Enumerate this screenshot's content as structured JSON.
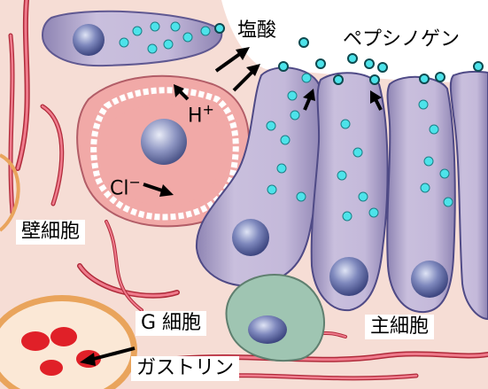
{
  "labels": {
    "hydrochloric_acid": "塩酸",
    "pepsinogen": "ペプシノゲン",
    "h_ion_symbol": "H",
    "h_ion_charge": "+",
    "cl_ion_symbol": "Cl",
    "cl_ion_charge": "−",
    "parietal_cell": "壁細胞",
    "g_cell": "G 細胞",
    "chief_cell": "主細胞",
    "gastrin": "ガストリン"
  },
  "colors": {
    "background": "#f7dcd6",
    "parietal_cell_fill": "#f1a9a7",
    "chief_cell_fill": "#b7aacb",
    "g_cell_fill": "#9fc5b2",
    "nucleus": "#6f78a8",
    "granule": "#4de3ea",
    "vessel": "#e8607a",
    "gastrin_granule": "#e02028"
  }
}
